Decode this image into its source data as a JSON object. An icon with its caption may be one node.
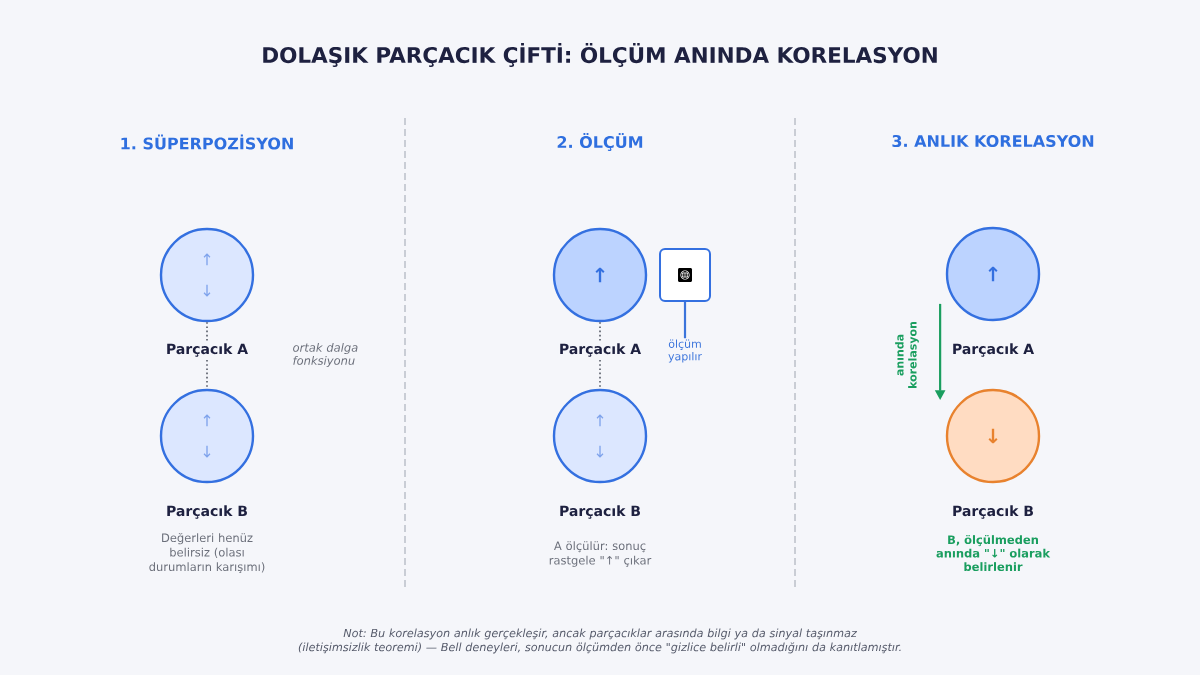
{
  "diagram": {
    "title": "DOLAŞIK PARÇACIK ÇİFTİ: ÖLÇÜM ANINDA KORELASYON",
    "nodes": [
      {
        "text": [
          "↑",
          "↓"
        ],
        "beside": [
          "Parçacık A"
        ]
      },
      {
        "text": [
          "↑",
          "↓"
        ],
        "beside": [
          "Parçacık B",
          "Değerleri henüz belirsiz (olası durumların karışımı)"
        ]
      },
      {
        "text": [
          "↑"
        ],
        "beside": [
          "Parçacık A"
        ]
      },
      {
        "text": [],
        "shape": "box"
      },
      {
        "text": [
          "ölçüm yapılır"
        ]
      },
      {
        "text": [
          "↑",
          "↓"
        ],
        "beside": [
          "Parçacık B",
          "A ölçülür: sonuç rastgele \"↑\" çıkar"
        ]
      },
      {
        "text": [
          "↑"
        ],
        "beside": [
          "Parçacık A"
        ]
      },
      {
        "text": [
          "↓"
        ],
        "beside": [
          "Parçacık B",
          "B, ölçülmeden anında \"↓\" olarak belirlenir"
        ]
      }
    ],
    "edges": [
      {
        "from": 0,
        "to": 1,
        "arrow": "none",
        "style": "dashed"
      },
      {
        "from": 4,
        "to": 3,
        "arrow": "none",
        "color": "#3b74db"
      },
      {
        "from": 2,
        "to": 5,
        "arrow": "none",
        "style": "dashed"
      },
      {
        "from": 6,
        "to": 7,
        "arrow": "to",
        "color": "#1a9e5f",
        "label": "anında korelasyon"
      }
    ],
    "labels": [
      "1. SÜPERPOZİSYON",
      "2. ÖLÇÜM",
      "3. ANLIK KORELASYON",
      "ortak dalga fonksiyonu"
    ],
    "caption": "Not: Bu korelasyon anlık gerçekleşir, ancak parçacıklar arasında bilgi ya da sinyal taşınmaz (iletişimsizlik teoremi) — Bell deneyleri, sonucun ölçümden önce \"gizlice belirli\" olmadığını da kanıtlamıştır."
  }
}
